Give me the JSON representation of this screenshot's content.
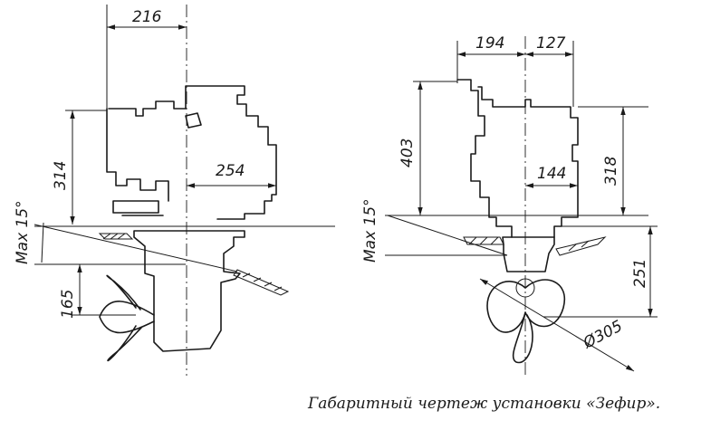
{
  "left_view": {
    "dim_top_width": "216",
    "dim_engine_height": "314",
    "dim_shaft_offset": "254",
    "dim_leg_depth": "165",
    "tilt_label": "Max 15°"
  },
  "right_view": {
    "dim_width_left": "194",
    "dim_width_right": "127",
    "dim_height_total": "403",
    "dim_height_right": "318",
    "dim_offset": "144",
    "dim_leg_depth": "251",
    "dim_propeller_diameter": "Ø305",
    "tilt_label": "Max 15°"
  },
  "caption": "Габаритный чертеж установки «Зефир»."
}
